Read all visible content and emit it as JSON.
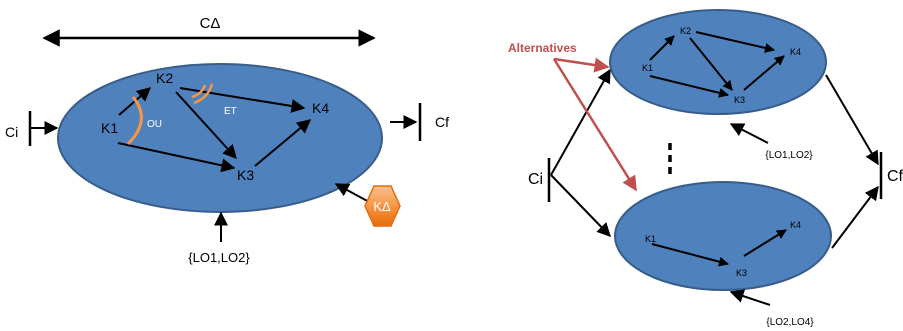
{
  "left": {
    "ctx_width_label": "CΔ",
    "initial": "Ci",
    "final": "Cf",
    "k1": "K1",
    "k2": "K2",
    "k3": "K3",
    "k4": "K4",
    "or_label": "OU",
    "and_label": "ET",
    "lo": "{LO1,LO2}",
    "kdelta": "KΔ"
  },
  "right": {
    "alternatives": "Alternatives",
    "initial": "Ci",
    "final": "Cf",
    "top": {
      "k1": "K1",
      "k2": "K2",
      "k3": "K3",
      "k4": "K4",
      "lo": "{LO1,LO2}"
    },
    "bottom": {
      "k1": "K1",
      "k3": "K3",
      "k4": "K4",
      "lo": "{LO2,LO4}"
    }
  },
  "colors": {
    "ellipse_fill": "#4f81bd",
    "ellipse_stroke": "#385d8a",
    "arc": "#f79646",
    "alternatives_red": "#c0504d",
    "hexagon": "#e46c0a"
  }
}
